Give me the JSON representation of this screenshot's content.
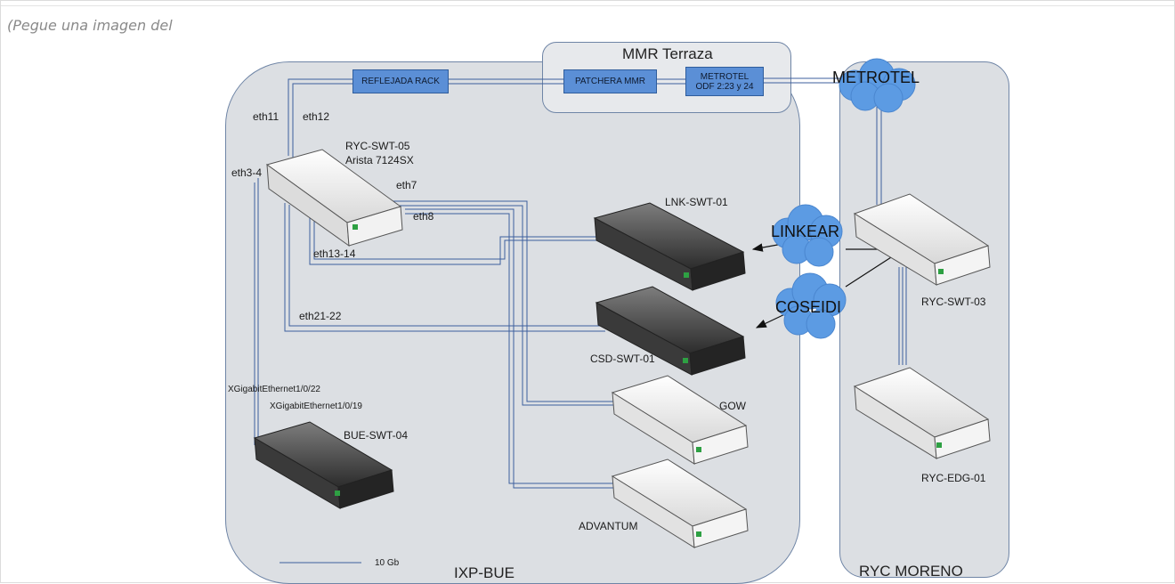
{
  "placeholder_text": "(Pegue una imagen del",
  "regions": {
    "ixp": "IXP-BUE",
    "ryc": "RYC MORENO",
    "mmr": "MMR Terraza"
  },
  "boxes": {
    "reflejada_rack": "REFLEJADA RACK",
    "patchera_mmr": "PATCHERA MMR",
    "metrotel_odf_line1": "METROTEL",
    "metrotel_odf_line2": "ODF 2:23 y 24"
  },
  "clouds": {
    "metrotel": "METROTEL",
    "linkear": "LINKEAR",
    "coseidi": "COSEIDI"
  },
  "devices": {
    "ryc_swt_05": "RYC-SWT-05",
    "ryc_swt_05_model": "Arista 7124SX",
    "lnk_swt_01": "LNK-SWT-01",
    "csd_swt_01": "CSD-SWT-01",
    "gow": "GOW",
    "advantum": "ADVANTUM",
    "bue_swt_04": "BUE-SWT-04",
    "ryc_swt_03": "RYC-SWT-03",
    "ryc_edg_01": "RYC-EDG-01"
  },
  "ports": {
    "eth11": "eth11",
    "eth12": "eth12",
    "eth3_4": "eth3-4",
    "eth7": "eth7",
    "eth8": "eth8",
    "eth13_14": "eth13-14",
    "eth21_22": "eth21-22",
    "xg22": "XGigabitEthernet1/0/22",
    "xg19": "XGigabitEthernet1/0/19"
  },
  "legend": {
    "label": "10 Gb"
  },
  "colors": {
    "link": "#3d5f9e",
    "region_fill": "#dcdfe3",
    "box_fill": "#5b8fd6",
    "cloud_fill": "#5c9be3"
  }
}
